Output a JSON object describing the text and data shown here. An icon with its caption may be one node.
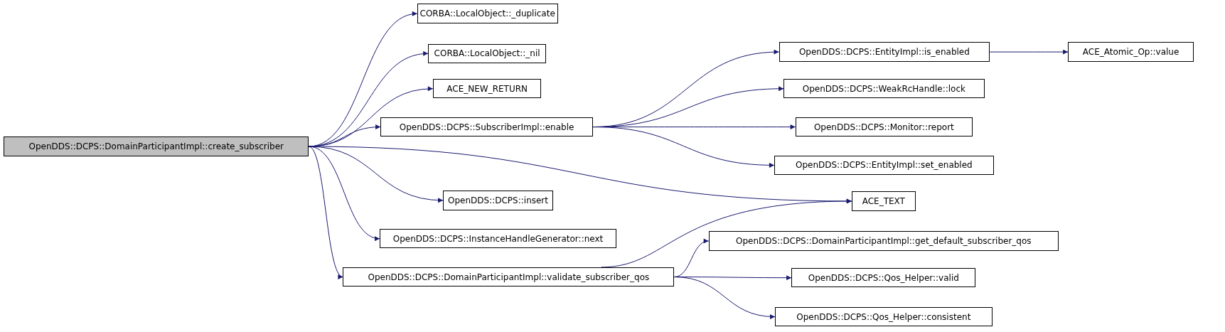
{
  "diagram": {
    "nodes": [
      {
        "text": [
          "OpenDDS::DCPS::DomainParticipantImpl::create_subscriber"
        ]
      },
      {
        "text": [
          "CORBA::LocalObject::_duplicate"
        ]
      },
      {
        "text": [
          "CORBA::LocalObject::_nil"
        ]
      },
      {
        "text": [
          "ACE_NEW_RETURN"
        ]
      },
      {
        "text": [
          "OpenDDS::DCPS::SubscriberImpl::enable"
        ]
      },
      {
        "text": [
          "OpenDDS::DCPS::EntityImpl::is_enabled"
        ]
      },
      {
        "text": [
          "ACE_Atomic_Op::value"
        ]
      },
      {
        "text": [
          "OpenDDS::DCPS::WeakRcHandle::lock"
        ]
      },
      {
        "text": [
          "OpenDDS::DCPS::Monitor::report"
        ]
      },
      {
        "text": [
          "OpenDDS::DCPS::EntityImpl::set_enabled"
        ]
      },
      {
        "text": [
          "ACE_TEXT"
        ]
      },
      {
        "text": [
          "OpenDDS::DCPS::insert"
        ]
      },
      {
        "text": [
          "OpenDDS::DCPS::InstanceHandleGenerator::next"
        ]
      },
      {
        "text": [
          "OpenDDS::DCPS::DomainParticipantImpl::validate_subscriber_qos"
        ]
      },
      {
        "text": [
          "OpenDDS::DCPS::DomainParticipantImpl::get_default_subscriber_qos"
        ]
      },
      {
        "text": [
          "OpenDDS::DCPS::Qos_Helper::valid"
        ]
      },
      {
        "text": [
          "OpenDDS::DCPS::Qos_Helper::consistent"
        ]
      }
    ],
    "edges": [
      {
        "from": 0,
        "to": 1,
        "arrow": "to"
      },
      {
        "from": 0,
        "to": 2,
        "arrow": "to"
      },
      {
        "from": 0,
        "to": 3,
        "arrow": "to"
      },
      {
        "from": 0,
        "to": 4,
        "arrow": "to"
      },
      {
        "from": 0,
        "to": 10,
        "arrow": "to"
      },
      {
        "from": 0,
        "to": 11,
        "arrow": "to"
      },
      {
        "from": 0,
        "to": 12,
        "arrow": "to"
      },
      {
        "from": 0,
        "to": 13,
        "arrow": "to"
      },
      {
        "from": 4,
        "to": 5,
        "arrow": "to"
      },
      {
        "from": 4,
        "to": 7,
        "arrow": "to"
      },
      {
        "from": 4,
        "to": 8,
        "arrow": "to"
      },
      {
        "from": 4,
        "to": 9,
        "arrow": "to"
      },
      {
        "from": 5,
        "to": 6,
        "arrow": "to"
      },
      {
        "from": 13,
        "to": 10,
        "arrow": "to"
      },
      {
        "from": 13,
        "to": 14,
        "arrow": "to"
      },
      {
        "from": 13,
        "to": 15,
        "arrow": "to"
      },
      {
        "from": 13,
        "to": 16,
        "arrow": "to"
      }
    ]
  }
}
